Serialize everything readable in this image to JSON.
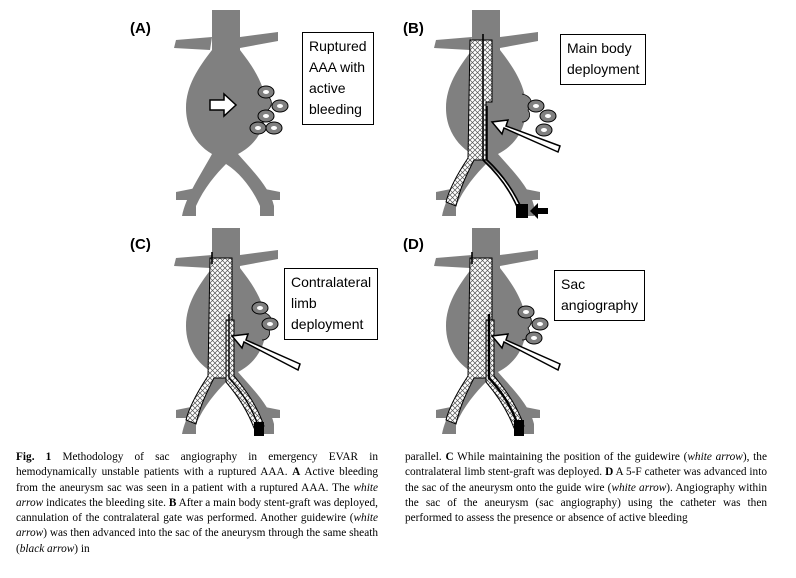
{
  "panels": [
    {
      "letter": "(A)",
      "label_lines": [
        "Ruptured",
        "AAA with",
        "active",
        "bleeding"
      ]
    },
    {
      "letter": "(B)",
      "label_lines": [
        "Main body",
        "deployment"
      ]
    },
    {
      "letter": "(C)",
      "label_lines": [
        "Contralateral",
        "limb",
        "deployment"
      ]
    },
    {
      "letter": "(D)",
      "label_lines": [
        "Sac",
        "angiography"
      ]
    }
  ],
  "caption": {
    "fig_label": "Fig. 1",
    "part1": " Methodology of sac angiography in emergency EVAR in hemodynamically unstable patients with a ruptured AAA. ",
    "a_label": "A",
    "part2": " Active bleeding from the aneurysm sac was seen in a patient with a ruptured AAA. The ",
    "white_arrow_1": "white arrow",
    "part3": " indicates the bleeding site. ",
    "b_label": "B",
    "part4": " After a main body stent-graft was deployed, cannulation of the contralateral gate was performed. Another guidewire (",
    "white_arrow_2": "white arrow",
    "part5": ") was then advanced into the sac of the aneurysm through the same sheath (",
    "black_arrow": "black arrow",
    "part6": ") in",
    "part7": "parallel. ",
    "c_label": "C",
    "part8": " While maintaining the position of the guidewire (",
    "white_arrow_3": "white arrow",
    "part9": "), the contralateral limb stent-graft was deployed. ",
    "d_label": "D",
    "part10": " A 5-F catheter was advanced into the sac of the aneurysm onto the guide wire (",
    "white_arrow_4": "white arrow",
    "part11": "). Angiography within the sac of the aneurysm (sac angiography) using the catheter was then performed to assess the presence or absence of active bleeding"
  },
  "colors": {
    "vessel": "#808080",
    "outline": "#000000",
    "background": "#ffffff"
  }
}
